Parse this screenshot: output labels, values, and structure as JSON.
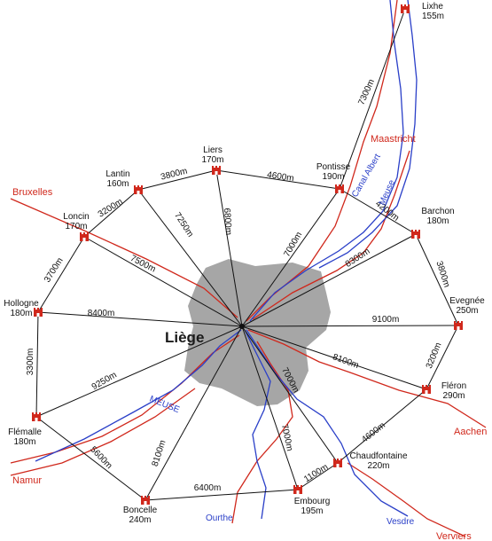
{
  "center": {
    "name": "Liège"
  },
  "forts": [
    {
      "id": "lixhe",
      "name": "Lixhe",
      "altitude": "155m"
    },
    {
      "id": "pontisse",
      "name": "Pontisse",
      "altitude": "190m"
    },
    {
      "id": "barchon",
      "name": "Barchon",
      "altitude": "180m"
    },
    {
      "id": "evegnee",
      "name": "Evegnée",
      "altitude": "250m"
    },
    {
      "id": "fleron",
      "name": "Fléron",
      "altitude": "290m"
    },
    {
      "id": "chaudfontaine",
      "name": "Chaudfontaine",
      "altitude": "220m"
    },
    {
      "id": "embourg",
      "name": "Embourg",
      "altitude": "195m"
    },
    {
      "id": "boncelle",
      "name": "Boncelle",
      "altitude": "240m"
    },
    {
      "id": "flemalle",
      "name": "Flémalle",
      "altitude": "180m"
    },
    {
      "id": "hollogne",
      "name": "Hollogne",
      "altitude": "180m"
    },
    {
      "id": "loncin",
      "name": "Loncin",
      "altitude": "170m"
    },
    {
      "id": "lantin",
      "name": "Lantin",
      "altitude": "160m"
    },
    {
      "id": "liers",
      "name": "Liers",
      "altitude": "170m"
    }
  ],
  "ring_distances": [
    {
      "from": "pontisse",
      "to": "barchon",
      "label": "4200m"
    },
    {
      "from": "barchon",
      "to": "evegnee",
      "label": "3800m"
    },
    {
      "from": "evegnee",
      "to": "fleron",
      "label": "3200m"
    },
    {
      "from": "fleron",
      "to": "chaudfontaine",
      "label": "4600m"
    },
    {
      "from": "chaudfontaine",
      "to": "embourg",
      "label": "1100m"
    },
    {
      "from": "embourg",
      "to": "boncelle",
      "label": "6400m"
    },
    {
      "from": "boncelle",
      "to": "flemalle",
      "label": "5600m"
    },
    {
      "from": "flemalle",
      "to": "hollogne",
      "label": "3300m"
    },
    {
      "from": "hollogne",
      "to": "loncin",
      "label": "3700m"
    },
    {
      "from": "loncin",
      "to": "lantin",
      "label": "3200m"
    },
    {
      "from": "lantin",
      "to": "liers",
      "label": "3800m"
    },
    {
      "from": "liers",
      "to": "pontisse",
      "label": "4600m"
    },
    {
      "from": "pontisse",
      "to": "lixhe",
      "label": "7300m"
    }
  ],
  "spoke_distances": [
    {
      "to": "pontisse",
      "label": "7000m"
    },
    {
      "to": "barchon",
      "label": "8300m"
    },
    {
      "to": "evegnee",
      "label": "9100m"
    },
    {
      "to": "fleron",
      "label": "8100m"
    },
    {
      "to": "chaudfontaine",
      "label": "7000m"
    },
    {
      "to": "embourg",
      "label": "7000m"
    },
    {
      "to": "boncelle",
      "label": "8100m"
    },
    {
      "to": "flemalle",
      "label": "9250m"
    },
    {
      "to": "hollogne",
      "label": "8400m"
    },
    {
      "to": "loncin",
      "label": "7500m"
    },
    {
      "to": "lantin",
      "label": "7250m"
    },
    {
      "to": "liers",
      "label": "6800m"
    }
  ],
  "cities": [
    {
      "id": "bruxelles",
      "name": "Bruxelles"
    },
    {
      "id": "maastricht",
      "name": "Maastricht"
    },
    {
      "id": "aachen",
      "name": "Aachen"
    },
    {
      "id": "namur",
      "name": "Namur"
    },
    {
      "id": "verviers",
      "name": "Verviers"
    }
  ],
  "waterways": [
    {
      "id": "meuse-north",
      "name": "Meuse"
    },
    {
      "id": "canal-albert",
      "name": "Canal Albert"
    },
    {
      "id": "meuse-south",
      "name": "MEUSE"
    },
    {
      "id": "ourthe",
      "name": "Ourthe"
    },
    {
      "id": "vesdre",
      "name": "Vesdre"
    }
  ],
  "colors": {
    "city_area": "#a6a6a6",
    "road": "#d0281c",
    "river": "#2a3fc8",
    "connector": "#111111",
    "fort_icon": "#d0281c"
  }
}
